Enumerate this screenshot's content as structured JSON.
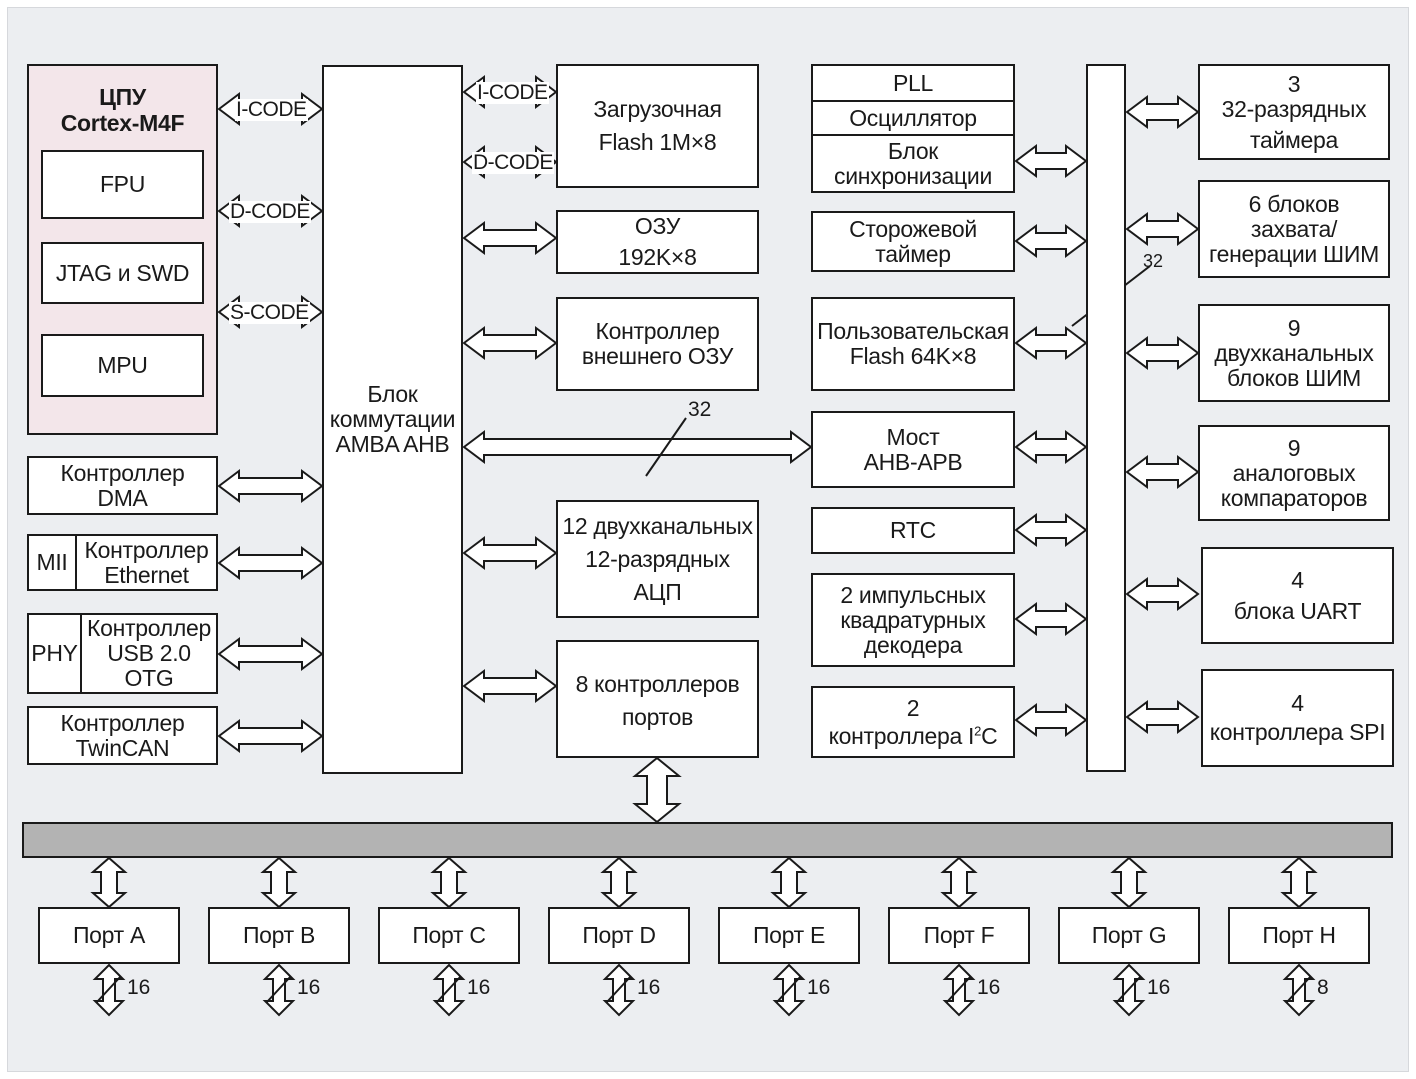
{
  "cpu": {
    "title_line1": "ЦПУ",
    "title_line2": "Cortex-M4F",
    "fpu": "FPU",
    "jtag": "JTAG и SWD",
    "mpu": "MPU"
  },
  "bus_labels": {
    "icode_cpu": "I-CODE",
    "dcode_cpu": "D-CODE",
    "scode_cpu": "S-CODE",
    "icode_flash": "I-CODE",
    "dcode_flash": "D-CODE",
    "width_ahb": "32",
    "width_apb": "32"
  },
  "left": {
    "dma_1": "Контроллер",
    "dma_2": "DMA",
    "mii": "MII",
    "eth_1": "Контроллер",
    "eth_2": "Ethernet",
    "phy": "PHY",
    "usb_1": "Контроллер",
    "usb_2": "USB 2.0",
    "usb_3": "OTG",
    "can_1": "Контроллер",
    "can_2": "TwinCAN"
  },
  "ahb": {
    "line1": "Блок",
    "line2": "коммутации",
    "line3": "AMBA AHB"
  },
  "middle": {
    "flash_1": "Загрузочная",
    "flash_2": "Flash 1M×8",
    "ram_1": "ОЗУ",
    "ram_2": "192K×8",
    "extram_1": "Контроллер",
    "extram_2": "внешнего ОЗУ",
    "adc_1": "12 двухканальных",
    "adc_2": "12-разрядных",
    "adc_3": "АЦП",
    "ports_1": "8 контроллеров",
    "ports_2": "портов"
  },
  "right_mid": {
    "pll": "PLL",
    "osc": "Осциллятор",
    "sync_1": "Блок",
    "sync_2": "синхронизации",
    "wdt_1": "Сторожевой",
    "wdt_2": "таймер",
    "uflash_1": "Пользовательская",
    "uflash_2": "Flash 64K×8",
    "bridge_1": "Мост",
    "bridge_2": "AHB-APB",
    "rtc": "RTC",
    "qei_1": "2 импульсных",
    "qei_2": "квадратурных",
    "qei_3": "декодера",
    "i2c_1": "2",
    "i2c_2": "контроллера I",
    "i2c_sup": "2",
    "i2c_3": "C"
  },
  "right": {
    "tmr_1": "3",
    "tmr_2": "32-разрядных",
    "tmr_3": "таймера",
    "cap_1": "6 блоков",
    "cap_2": "захвата/",
    "cap_3": "генерации ШИМ",
    "pwm_1": "9",
    "pwm_2": "двухканальных",
    "pwm_3": "блоков ШИМ",
    "cmp_1": "9",
    "cmp_2": "аналоговых",
    "cmp_3": "компараторов",
    "uart_1": "4",
    "uart_2": "блока UART",
    "spi_1": "4",
    "spi_2": "контроллера SPI"
  },
  "ports": [
    {
      "label": "Порт А",
      "width": "16"
    },
    {
      "label": "Порт B",
      "width": "16"
    },
    {
      "label": "Порт C",
      "width": "16"
    },
    {
      "label": "Порт D",
      "width": "16"
    },
    {
      "label": "Порт E",
      "width": "16"
    },
    {
      "label": "Порт F",
      "width": "16"
    },
    {
      "label": "Порт G",
      "width": "16"
    },
    {
      "label": "Порт H",
      "width": "8"
    }
  ],
  "colors": {
    "cpu_fill": "#f3e6ea",
    "bus_fill": "#b3b3b3",
    "background": "#eceef1",
    "stroke": "#1a1a1a"
  }
}
